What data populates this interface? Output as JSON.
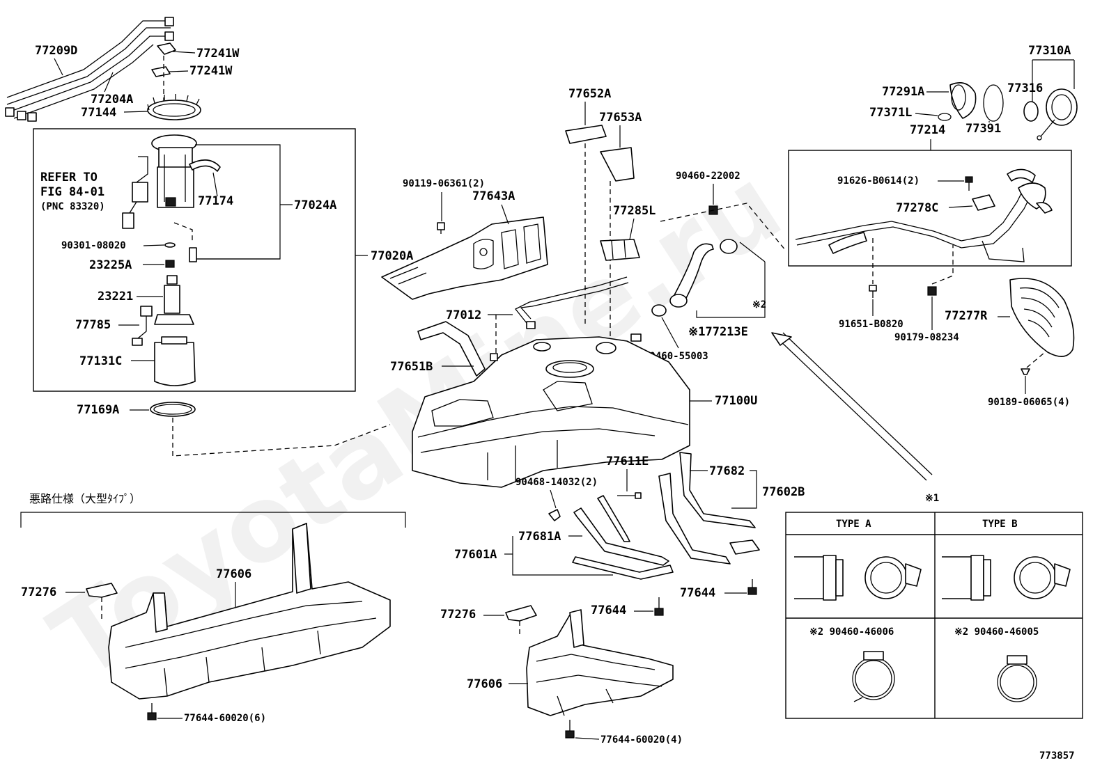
{
  "diagram": {
    "figure_number": "773857",
    "watermark": "ToyotaMine.ru",
    "refer_note": [
      "REFER TO",
      "FIG 84-01",
      "(PNC 83320)"
    ],
    "rough_road_spec": "悪路仕様（大型ﾀｲﾌﾟ）",
    "note_mark_1": "※1",
    "note_mark_2": "※2",
    "type_table": {
      "type_a": "TYPE  A",
      "type_b": "TYPE  B",
      "clamp_a": "※2 90460-46006",
      "clamp_b": "※2 90460-46005"
    },
    "labels": {
      "p77209D": "77209D",
      "p77241W_1": "77241W",
      "p77241W_2": "77241W",
      "p77204A": "77204A",
      "p77144": "77144",
      "p77174": "77174",
      "p77024A": "77024A",
      "p90301": "90301-08020",
      "p23225A": "23225A",
      "p23221": "23221",
      "p77785": "77785",
      "p77131C": "77131C",
      "p77020A": "77020A",
      "p77169A": "77169A",
      "p77652A": "77652A",
      "p77653A": "77653A",
      "p90119": "90119-06361(2)",
      "p77643A": "77643A",
      "p77285L": "77285L",
      "p90460_22002": "90460-22002",
      "p77012": "77012",
      "p77651B": "77651B",
      "p77213E": "※177213E",
      "p90460_55003": "90460-55003",
      "p77100U": "77100U",
      "p77291A": "77291A",
      "p77371L": "77371L",
      "p77316": "77316",
      "p77310A": "77310A",
      "p77391": "77391",
      "p77214": "77214",
      "p91626": "91626-B0614(2)",
      "p77278C": "77278C",
      "p91651": "91651-B0820",
      "p90179": "90179-08234",
      "p77277R": "77277R",
      "p90189": "90189-06065(4)",
      "p77611E": "77611E",
      "p90468": "90468-14032(2)",
      "p77682": "77682",
      "p77602B": "77602B",
      "p77681A": "77681A",
      "p77601A": "77601A",
      "p77644_a": "77644",
      "p77644_b": "77644",
      "p77276_a": "77276",
      "p77606_a": "77606",
      "p77644_60020_6": "77644-60020(6)",
      "p77276_b": "77276",
      "p77606_b": "77606",
      "p77644_60020_4": "77644-60020(4)"
    }
  }
}
